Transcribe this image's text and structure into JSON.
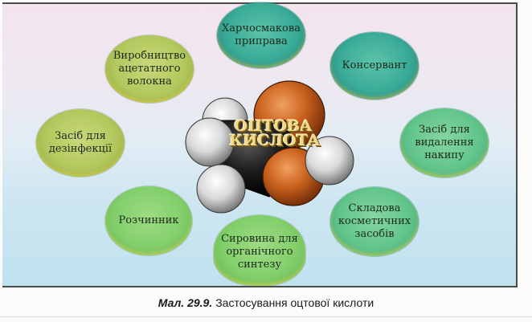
{
  "diagram": {
    "center": {
      "title_line1": "ОЦТОВА",
      "title_line2": "КИСЛОТА",
      "image": "acetic-acid-molecule-model"
    },
    "nodes": [
      {
        "id": "food-seasoning",
        "label": "Харчосмакова приправа",
        "lines": [
          "Харчосмакова",
          "приправа"
        ]
      },
      {
        "id": "preservative",
        "label": "Консервант",
        "lines": [
          "Консервант"
        ]
      },
      {
        "id": "descaler",
        "label": "Засіб для видалення накипу",
        "lines": [
          "Засіб для",
          "видалення",
          "накипу"
        ]
      },
      {
        "id": "cosmetics-component",
        "label": "Складова косметичних засобів",
        "lines": [
          "Складова",
          "косметичних",
          "засобів"
        ]
      },
      {
        "id": "organic-synthesis-feedstock",
        "label": "Сировина для органічного синтезу",
        "lines": [
          "Сировина для",
          "органічного",
          "синтезу"
        ]
      },
      {
        "id": "solvent",
        "label": "Розчинник",
        "lines": [
          "Розчинник"
        ]
      },
      {
        "id": "disinfectant",
        "label": "Засіб для дезінфекції",
        "lines": [
          "Засіб для",
          "дезінфекції"
        ]
      },
      {
        "id": "acetate-fiber-production",
        "label": "Виробництво ацетатного волокна",
        "lines": [
          "Виробництво",
          "ацетатного",
          "волокна"
        ]
      }
    ]
  },
  "caption": {
    "number": "Мал. 29.9.",
    "text": "Застосування оцтової кислоти"
  },
  "colors": {
    "oxygen": "#c8641e",
    "carbon": "#222222",
    "hydrogen": "#e6e6e6",
    "teal_node": "#3aab98",
    "lime_node": "#b3c85e",
    "green_node": "#83cf6c"
  }
}
